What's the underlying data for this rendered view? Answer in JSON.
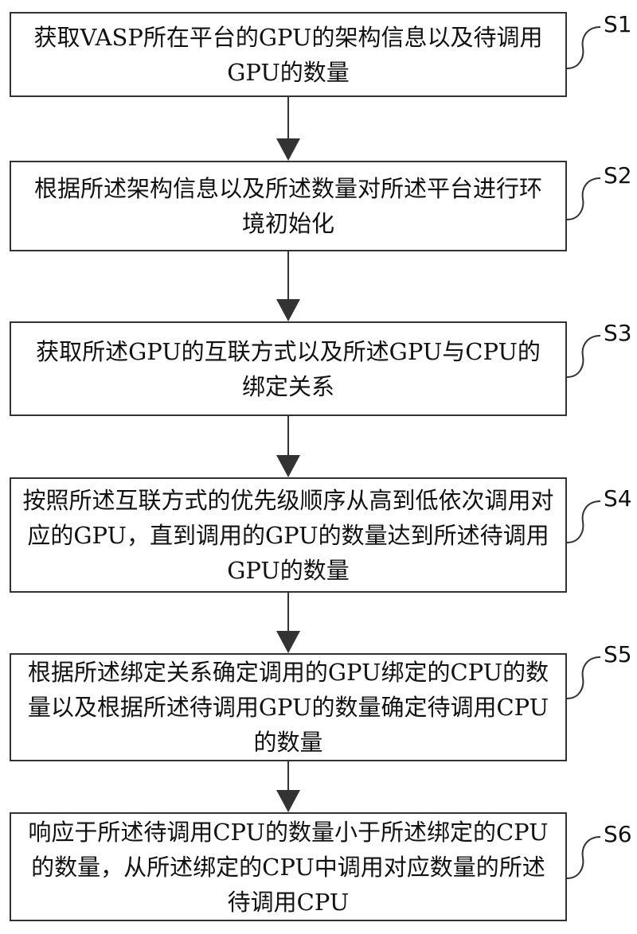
{
  "steps": [
    {
      "id": "S1",
      "text": "获取VASP所在平台的GPU的架构信息以及待调用GPU的数量"
    },
    {
      "id": "S2",
      "text": "根据所述架构信息以及所述数量对所述平台进行环境初始化"
    },
    {
      "id": "S3",
      "text": "获取所述GPU的互联方式以及所述GPU与CPU的绑定关系"
    },
    {
      "id": "S4",
      "text": "按照所述互联方式的优先级顺序从高到低依次调用对应的GPU，直到调用的GPU的数量达到所述待调用GPU的数量"
    },
    {
      "id": "S5",
      "text": "根据所述绑定关系确定调用的GPU绑定的CPU的数量以及根据所述待调用GPU的数量确定待调用CPU的数量"
    },
    {
      "id": "S6",
      "text": "响应于所述待调用CPU的数量小于所述绑定的CPU的数量，从所述绑定的CPU中调用对应数量的所述待调用CPU"
    }
  ]
}
